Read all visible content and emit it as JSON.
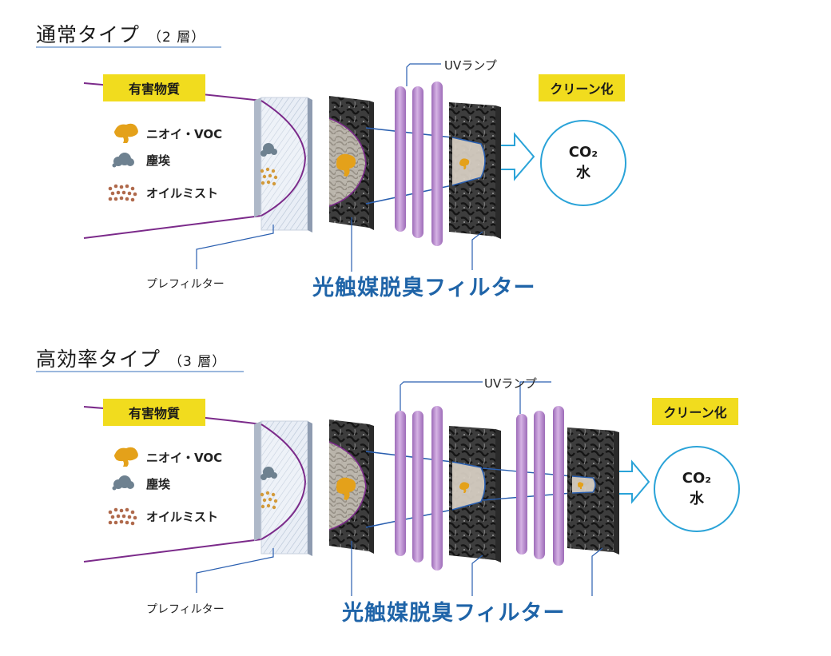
{
  "sections": [
    {
      "title": "通常タイプ",
      "layers": "（2 層）",
      "harmful_label": "有害物質",
      "legend": [
        "ニオイ・VOC",
        "塵埃",
        "オイルミスト"
      ],
      "uv_label": "UVランプ",
      "clean_label": "クリーン化",
      "result_line1": "CO₂",
      "result_line2": "水",
      "prefilter_label": "プレフィルター",
      "photocatalyst_label": "光触媒脱臭フィルター"
    },
    {
      "title": "高効率タイプ",
      "layers": "（3 層）",
      "harmful_label": "有害物質",
      "legend": [
        "ニオイ・VOC",
        "塵埃",
        "オイルミスト"
      ],
      "uv_label": "UVランプ",
      "clean_label": "クリーン化",
      "result_line1": "CO₂",
      "result_line2": "水",
      "prefilter_label": "プレフィルター",
      "photocatalyst_label": "光触媒脱臭フィルター"
    }
  ],
  "colors": {
    "badge_yellow": "#f1dc1e",
    "funnel_purple": "#7b2a8a",
    "guide_blue": "#2a5fb0",
    "arrow_cyan": "#2aa3d8",
    "lamp_violet": "#b98ad0",
    "label_blue": "#1f64a8",
    "voc_orange": "#e4a11a",
    "dust_gray": "#6e8190",
    "mist_brown": "#b06a4c"
  },
  "icons": [
    "voc-cloud-icon",
    "dust-icon",
    "oil-mist-icon",
    "flow-arrow-icon"
  ]
}
